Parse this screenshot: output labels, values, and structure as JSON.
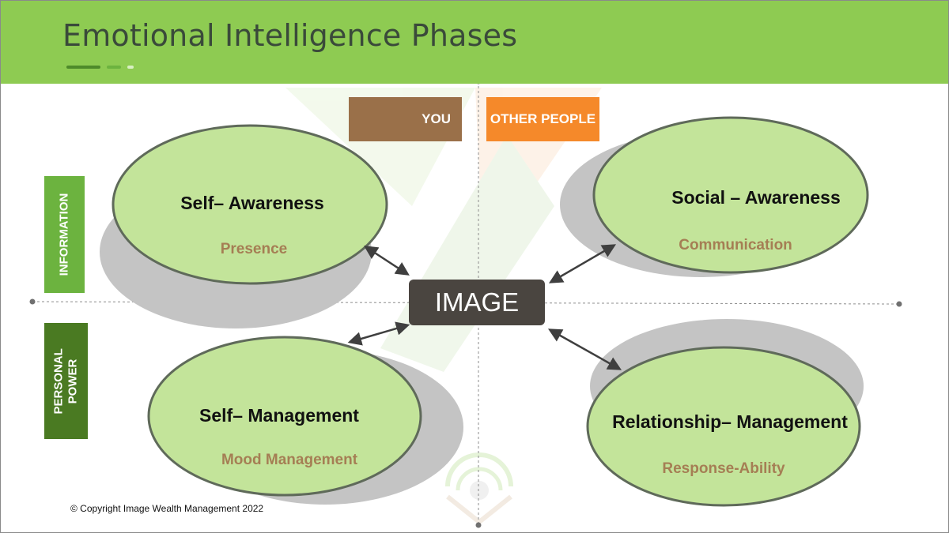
{
  "title": "Emotional Intelligence Phases",
  "colors": {
    "header_green": "#8ecb52",
    "ellipse_fill": "#c3e49a",
    "ellipse_stroke": "#5f6a5a",
    "shadow_gray": "#c4c4c4",
    "sub_text_brown": "#a57e54",
    "you_brown": "#9a7049",
    "other_orange": "#f5892a",
    "info_green": "#6cb33f",
    "power_green": "#4a7a22",
    "image_box": "#4a4540"
  },
  "column_tags": {
    "you": "YOU",
    "other": "OTHER PEOPLE"
  },
  "row_tags": {
    "information": "INFORMATION",
    "personal_power": "PERSONAL POWER"
  },
  "center": {
    "label": "IMAGE"
  },
  "quadrants": [
    {
      "title": "Self– Awareness",
      "subtitle": "Presence"
    },
    {
      "title": "Social – Awareness",
      "subtitle": "Communication"
    },
    {
      "title": "Self– Management",
      "subtitle": "Mood Management"
    },
    {
      "title": "Relationship– Management",
      "subtitle": "Response-Ability"
    }
  ],
  "footer": {
    "copyright": "© Copyright Image Wealth Management 2022"
  }
}
